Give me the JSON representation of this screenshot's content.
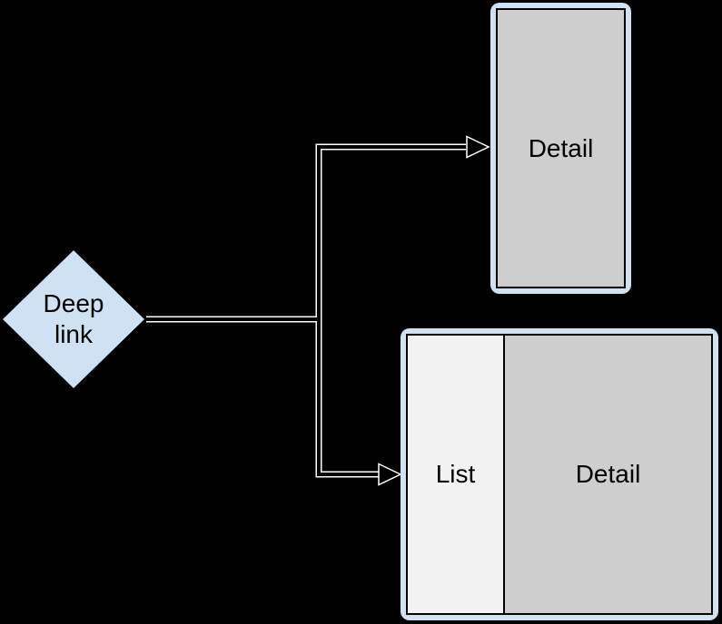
{
  "nodes": {
    "deep_link": {
      "label": "Deep link"
    },
    "detail_screen": {
      "label": "Detail"
    },
    "list_detail_screen": {
      "list": "List",
      "detail": "Detail"
    }
  },
  "colors": {
    "background": "#000000",
    "node_fill": "#cfe2f3",
    "node_border": "#000000",
    "screen_frame": "#cfe2f3",
    "detail_pane_fill": "#cecece",
    "list_pane_fill": "#f2f2f2",
    "connector_casing": "#ffffff",
    "connector_core": "#000000",
    "label_color": "#000000"
  }
}
